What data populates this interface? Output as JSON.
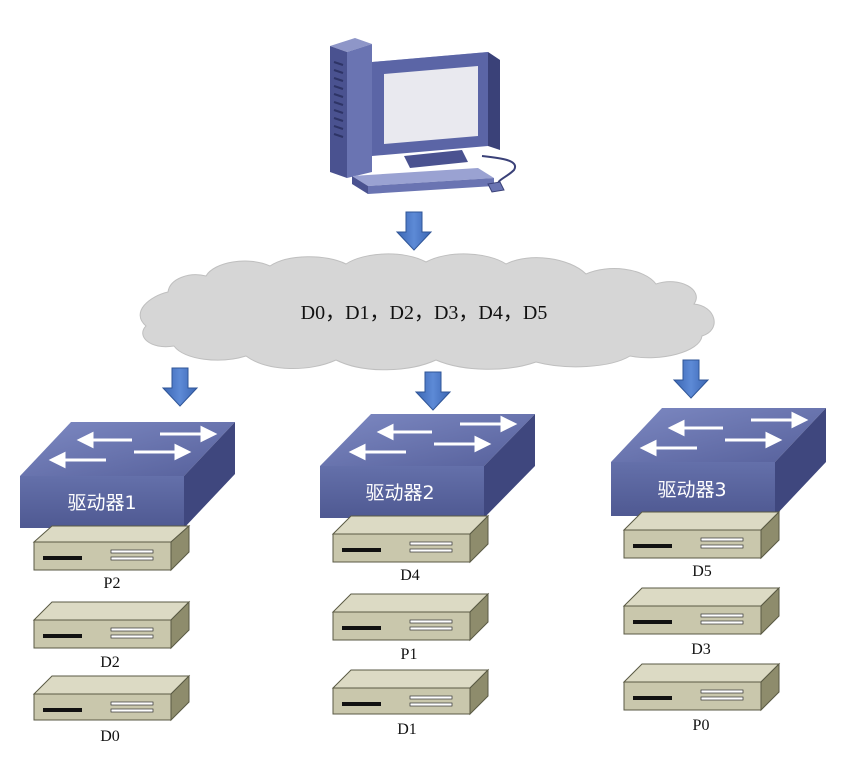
{
  "cloud": {
    "label": "D0，D1，D2，D3，D4，D5"
  },
  "drivers": [
    {
      "label": "驱动器1",
      "disks": [
        "P2",
        "D2",
        "D0"
      ]
    },
    {
      "label": "驱动器2",
      "disks": [
        "D4",
        "P1",
        "D1"
      ]
    },
    {
      "label": "驱动器3",
      "disks": [
        "D5",
        "D3",
        "P0"
      ]
    }
  ],
  "colors": {
    "switch_top": "#6673ad",
    "switch_front": "#5a659f",
    "switch_side": "#3f477e",
    "disk_face": "#c9c7ac",
    "arrow": "#4a78c2",
    "cloud": "#d6d6d6"
  }
}
